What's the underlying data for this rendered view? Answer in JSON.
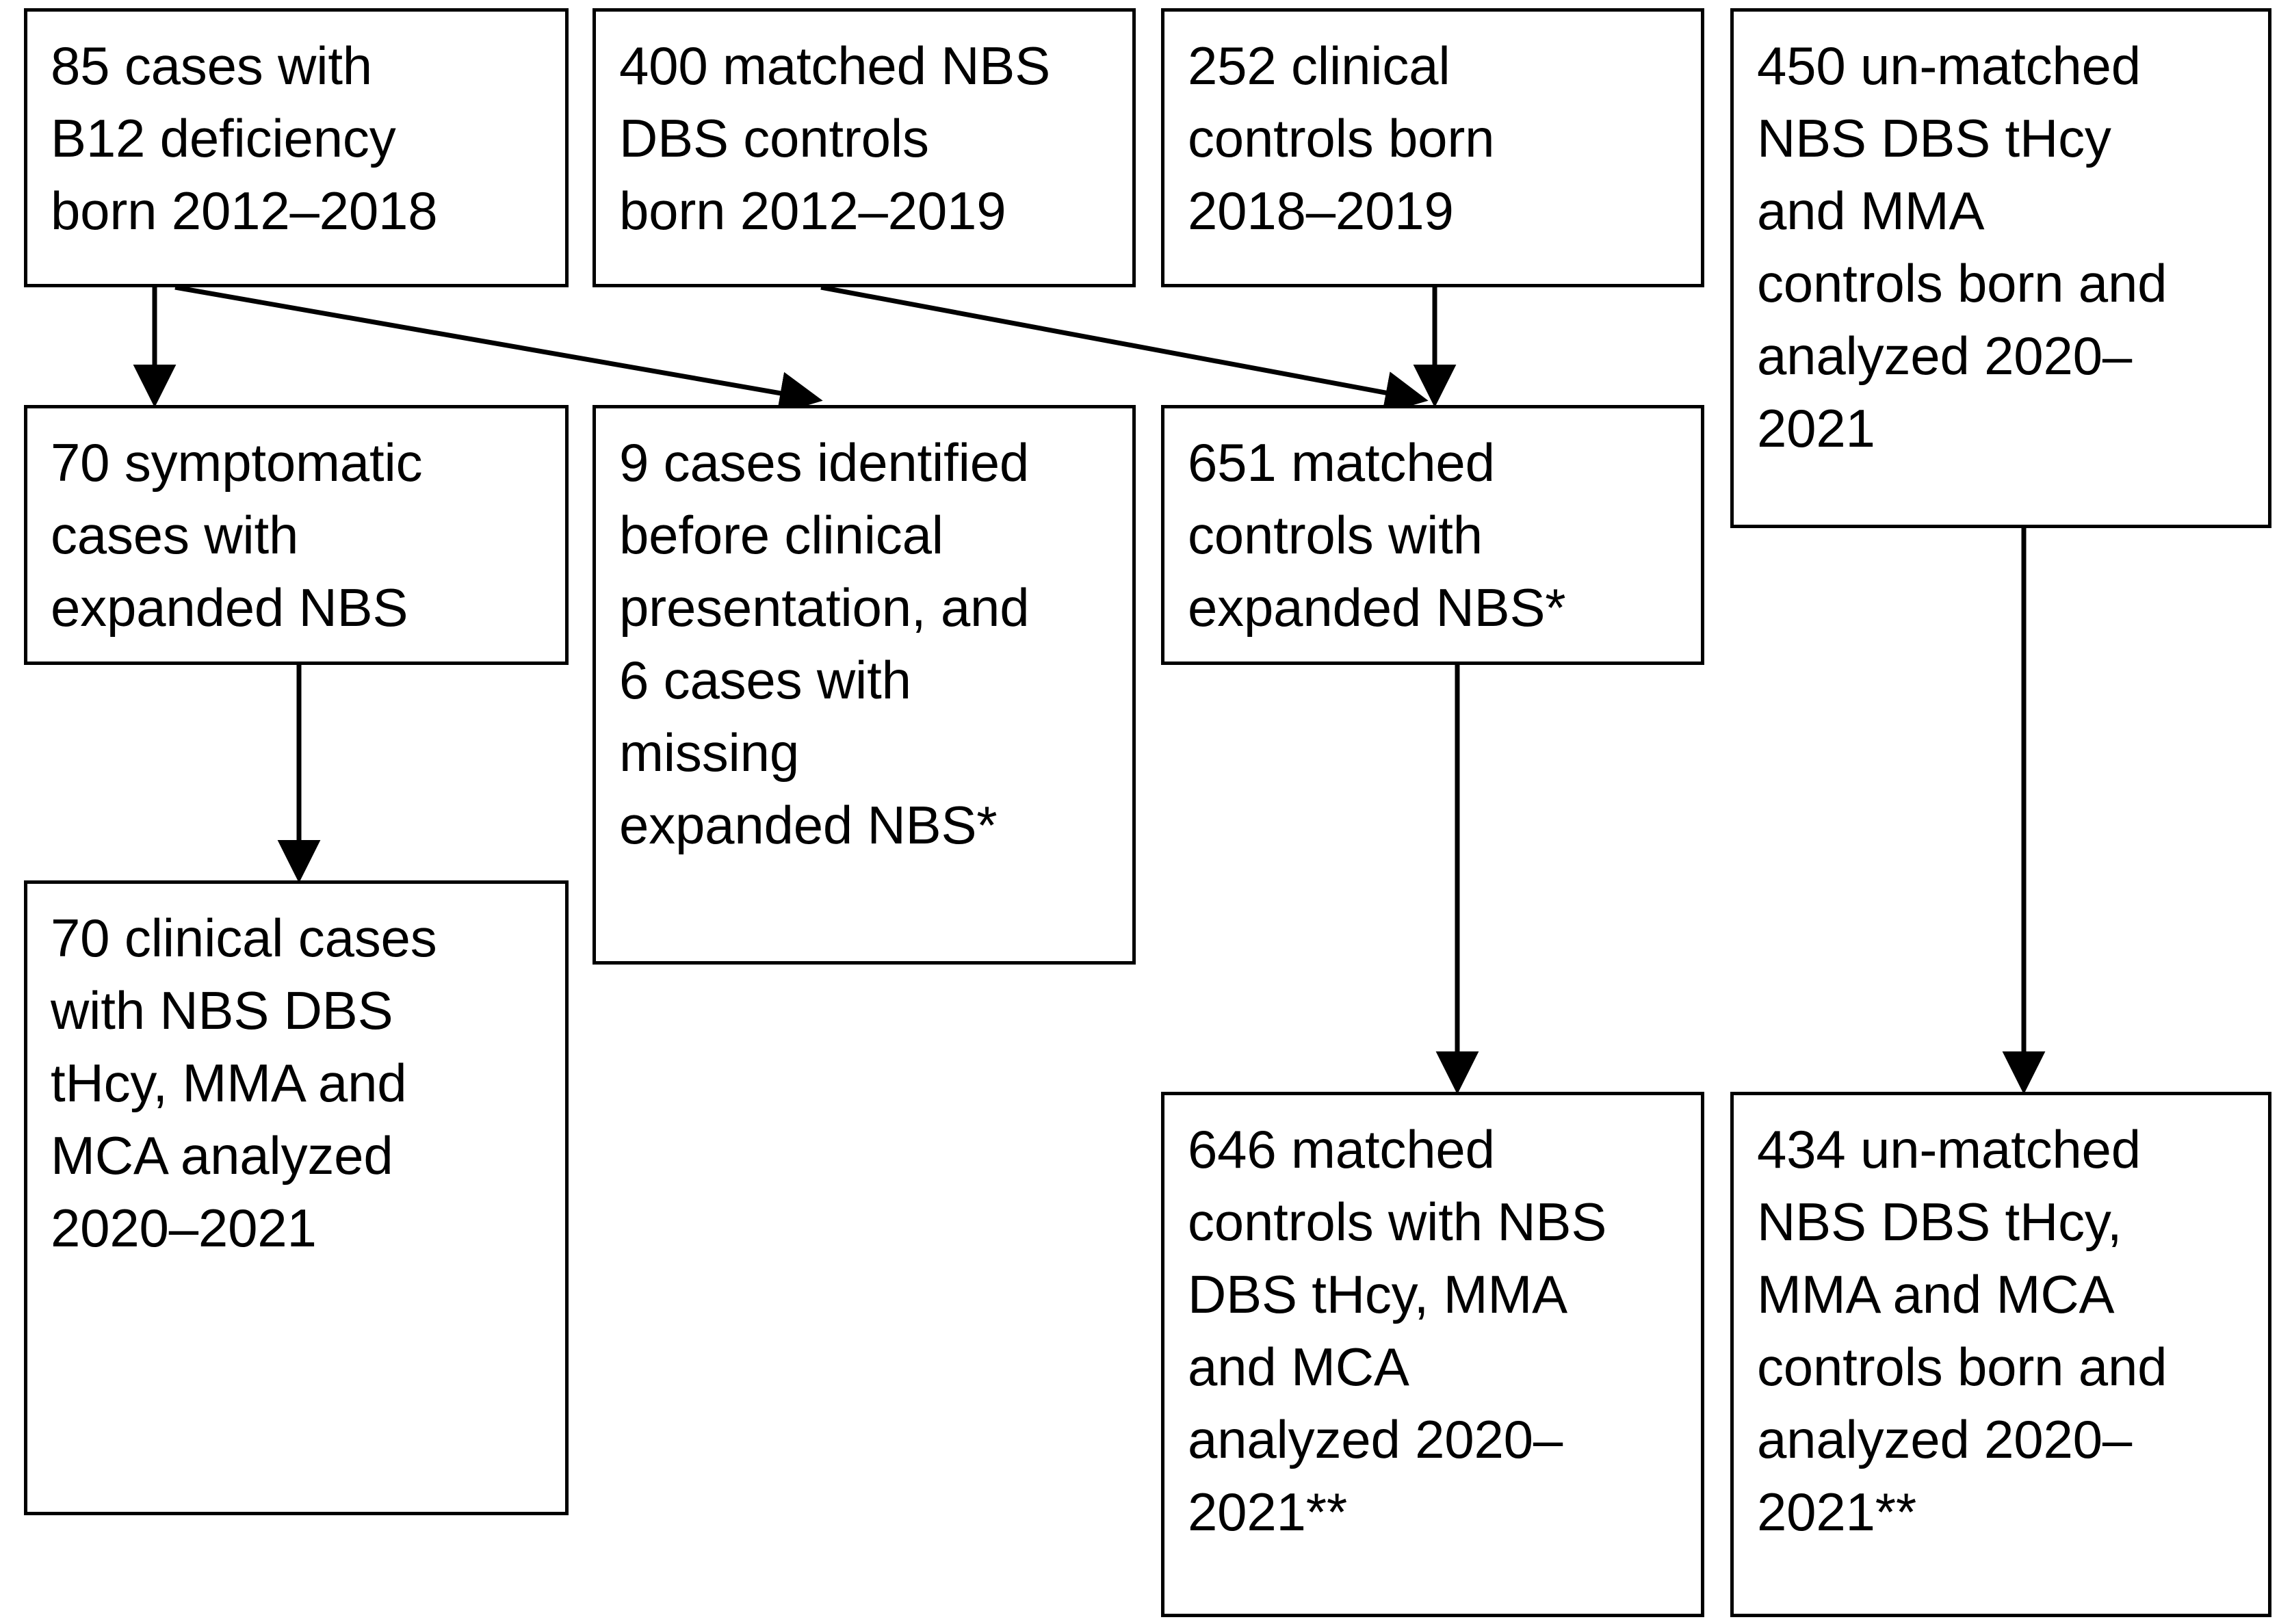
{
  "figure": {
    "type": "flowchart",
    "orientation": "top-to-bottom",
    "background_color": "#ffffff",
    "line_color": "#000000",
    "text_color": "#000000"
  },
  "nodes": {
    "cases": {
      "id": "n1",
      "count": 85,
      "text": "85 cases with\nB12 deficiency\nborn 2012–2018"
    },
    "matched_nbs_controls": {
      "id": "n2",
      "count": 400,
      "text": "400 matched NBS\nDBS controls\nborn 2012–2019"
    },
    "clinical_controls": {
      "id": "n3",
      "count": 252,
      "text": "252 clinical\ncontrols born\n2018–2019"
    },
    "unmatched_nbs_controls": {
      "id": "n4",
      "count": 450,
      "text": "450 un-matched\nNBS DBS tHcy\nand MMA\ncontrols born and\nanalyzed 2020–\n2021"
    },
    "symptomatic_cases": {
      "id": "n5",
      "count": 70,
      "text": "70 symptomatic\ncases with\nexpanded NBS"
    },
    "identified_before_presentation": {
      "id": "n6",
      "count": 9,
      "text": "9 cases identified\nbefore clinical\npresentation, and\n6 cases with\nmissing\nexpanded NBS*"
    },
    "matched_controls_expanded": {
      "id": "n7",
      "count": 651,
      "text": "651 matched\ncontrols with\nexpanded NBS*"
    },
    "clinical_cases_analyzed": {
      "id": "n8",
      "count": 70,
      "text": "70 clinical cases\nwith NBS DBS\ntHcy, MMA and\nMCA analyzed\n2020–2021"
    },
    "matched_controls_analyzed": {
      "id": "n9",
      "count": 646,
      "text": "646 matched\ncontrols with NBS\nDBS tHcy, MMA\nand MCA\nanalyzed 2020–\n2021**"
    },
    "unmatched_controls_analyzed": {
      "id": "n10",
      "count": 434,
      "text": "434 un-matched\nNBS DBS tHcy,\nMMA and MCA\ncontrols born and\nanalyzed 2020–\n2021**"
    }
  },
  "edges": [
    {
      "from": "cases",
      "to": "symptomatic_cases",
      "style": "straight-vertical"
    },
    {
      "from": "cases",
      "to": "identified_before_presentation",
      "style": "diagonal"
    },
    {
      "from": "matched_nbs_controls",
      "to": "matched_controls_expanded",
      "style": "diagonal"
    },
    {
      "from": "clinical_controls",
      "to": "matched_controls_expanded",
      "style": "straight-vertical"
    },
    {
      "from": "symptomatic_cases",
      "to": "clinical_cases_analyzed",
      "style": "straight-vertical"
    },
    {
      "from": "matched_controls_expanded",
      "to": "matched_controls_analyzed",
      "style": "straight-vertical"
    },
    {
      "from": "unmatched_nbs_controls",
      "to": "unmatched_controls_analyzed",
      "style": "straight-vertical"
    }
  ]
}
